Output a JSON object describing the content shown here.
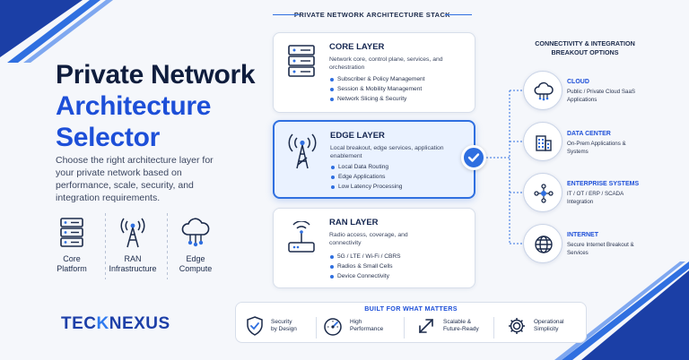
{
  "colors": {
    "accent": "#2f6fe0",
    "title_dark": "#0f1d3d",
    "title_blue": "#1d4fd8",
    "background": "#f5f7fb"
  },
  "hero": {
    "title_line1": "Private Network",
    "title_line2": "Architecture",
    "title_line3": "Selector",
    "description": "Choose the right architecture layer for your private network based on performance, scale, security, and integration requirements.",
    "items": [
      {
        "icon": "server-rack-icon",
        "label": "Core\nPlatform"
      },
      {
        "icon": "radio-tower-icon",
        "label": "RAN\nInfrastructure"
      },
      {
        "icon": "cloud-network-icon",
        "label": "Edge\nCompute"
      }
    ]
  },
  "brand": {
    "part1": "TEC",
    "part2": "K",
    "part3": "NEXUS"
  },
  "stack": {
    "heading": "PRIVATE NETWORK ARCHITECTURE STACK",
    "layers": [
      {
        "icon": "server-rack-icon",
        "title": "CORE LAYER",
        "description": "Network core, control plane, services, and orchestration",
        "bullets": [
          "Subscriber & Policy Management",
          "Session & Mobility Management",
          "Network Slicing & Security"
        ],
        "selected": false
      },
      {
        "icon": "cell-tower-icon",
        "title": "EDGE LAYER",
        "description": "Local breakout, edge services, application enablement",
        "bullets": [
          "Local Data Routing",
          "Edge Applications",
          "Low Latency Processing"
        ],
        "selected": true
      },
      {
        "icon": "router-icon",
        "title": "RAN LAYER",
        "description": "Radio access, coverage, and connectivity",
        "bullets": [
          "5G / LTE / Wi-Fi / CBRS",
          "Radios & Small Cells",
          "Device Connectivity"
        ],
        "selected": false
      }
    ]
  },
  "connectivity": {
    "heading_line1": "CONNECTIVITY & INTEGRATION",
    "heading_line2": "BREAKOUT OPTIONS",
    "options": [
      {
        "icon": "cloud-icon",
        "title": "CLOUD",
        "description": "Public / Private Cloud SaaS Applications"
      },
      {
        "icon": "building-icon",
        "title": "DATA CENTER",
        "description": "On-Prem Applications & Systems"
      },
      {
        "icon": "network-nodes-icon",
        "title": "ENTERPRISE SYSTEMS",
        "description": "IT / OT / ERP / SCADA Integration"
      },
      {
        "icon": "globe-icon",
        "title": "INTERNET",
        "description": "Secure Internet Breakout & Services"
      }
    ]
  },
  "built_for": {
    "heading": "BUILT FOR WHAT MATTERS",
    "items": [
      {
        "icon": "shield-check-icon",
        "label": "Security\nby Design"
      },
      {
        "icon": "speedometer-icon",
        "label": "High\nPerformance"
      },
      {
        "icon": "expand-arrows-icon",
        "label": "Scalable &\nFuture-Ready"
      },
      {
        "icon": "gear-icon",
        "label": "Operational\nSimplicity"
      }
    ]
  }
}
